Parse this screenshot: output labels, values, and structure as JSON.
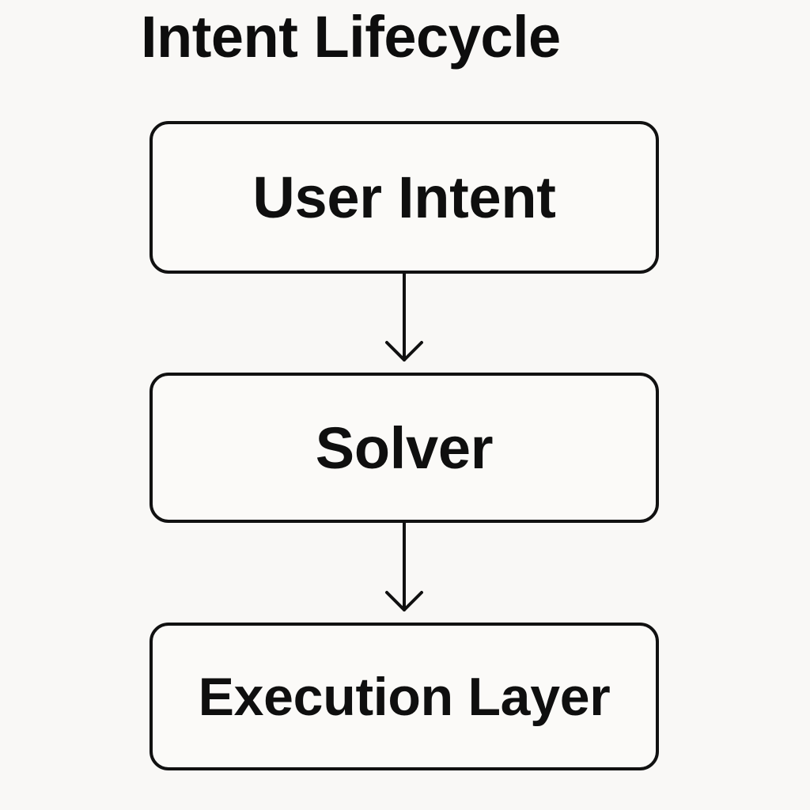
{
  "title": "Intent Lifecycle",
  "nodes": [
    {
      "label": "User Intent"
    },
    {
      "label": "Solver"
    },
    {
      "label": "Execution Layer"
    }
  ],
  "edges": [
    {
      "from": "User Intent",
      "to": "Solver",
      "style": "arrow"
    },
    {
      "from": "Solver",
      "to": "Execution Layer",
      "style": "arrow"
    }
  ],
  "colors": {
    "background": "#f9f8f6",
    "stroke": "#111111",
    "text": "#111111"
  }
}
